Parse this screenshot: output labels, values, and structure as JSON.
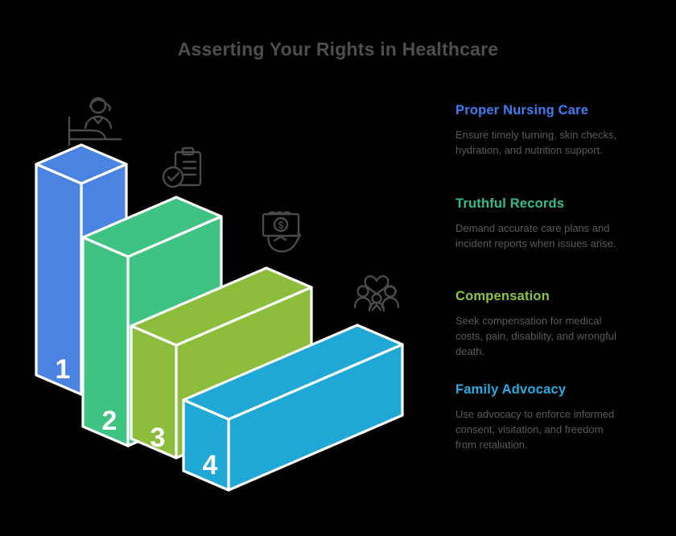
{
  "title": "Asserting Your Rights in Healthcare",
  "steps": [
    {
      "number": "1",
      "label": "Proper Nursing Care",
      "description": "Ensure timely turning, skin checks, hydration, and nutrition support.",
      "color": "#4A83E2",
      "heading_color": "#3E7EF2",
      "icon": "nurse-bed-icon"
    },
    {
      "number": "2",
      "label": "Truthful Records",
      "description": "Demand accurate care plans and incident reports when issues arise.",
      "color": "#3EC382",
      "heading_color": "#2FBE8F",
      "icon": "clipboard-check-icon"
    },
    {
      "number": "3",
      "label": "Compensation",
      "description": "Seek compensation for medical costs, pain, disability, and wrongful death.",
      "color": "#8CBE3C",
      "heading_color": "#8CC63F",
      "icon": "money-hand-icon"
    },
    {
      "number": "4",
      "label": "Family Advocacy",
      "description": "Use advocacy to enforce informed consent, visitation, and freedom from retaliation.",
      "color": "#1FA8D6",
      "heading_color": "#29ABE2",
      "icon": "family-heart-icon"
    }
  ],
  "colors": {
    "background": "#000000",
    "title": "#4E4E50",
    "body_text": "#595A5C",
    "icon_stroke": "#4A4A4A",
    "edge": "#FFFFFF"
  }
}
